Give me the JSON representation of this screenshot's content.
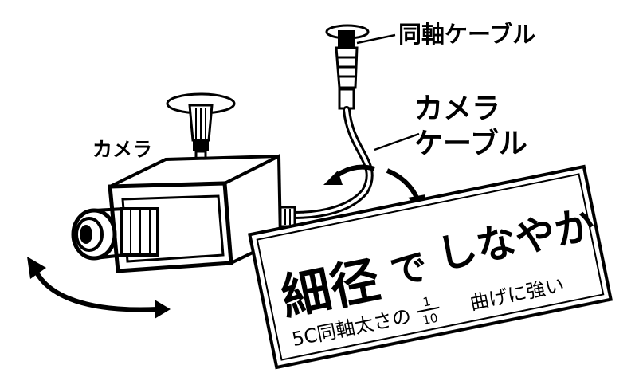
{
  "labels": {
    "coax_cable": "同軸ケーブル",
    "camera_cable_line1": "カメラ",
    "camera_cable_line2": "ケーブル",
    "camera": "カメラ"
  },
  "banner": {
    "headline_main": "細径",
    "headline_de": "で",
    "headline_rest": "しなやか",
    "sub_prefix": "5C同軸太さの",
    "fraction_numerator": "1",
    "fraction_denominator": "10",
    "sub_suffix": "曲げに強い"
  },
  "colors": {
    "ink": "#000000",
    "paper": "#ffffff"
  }
}
